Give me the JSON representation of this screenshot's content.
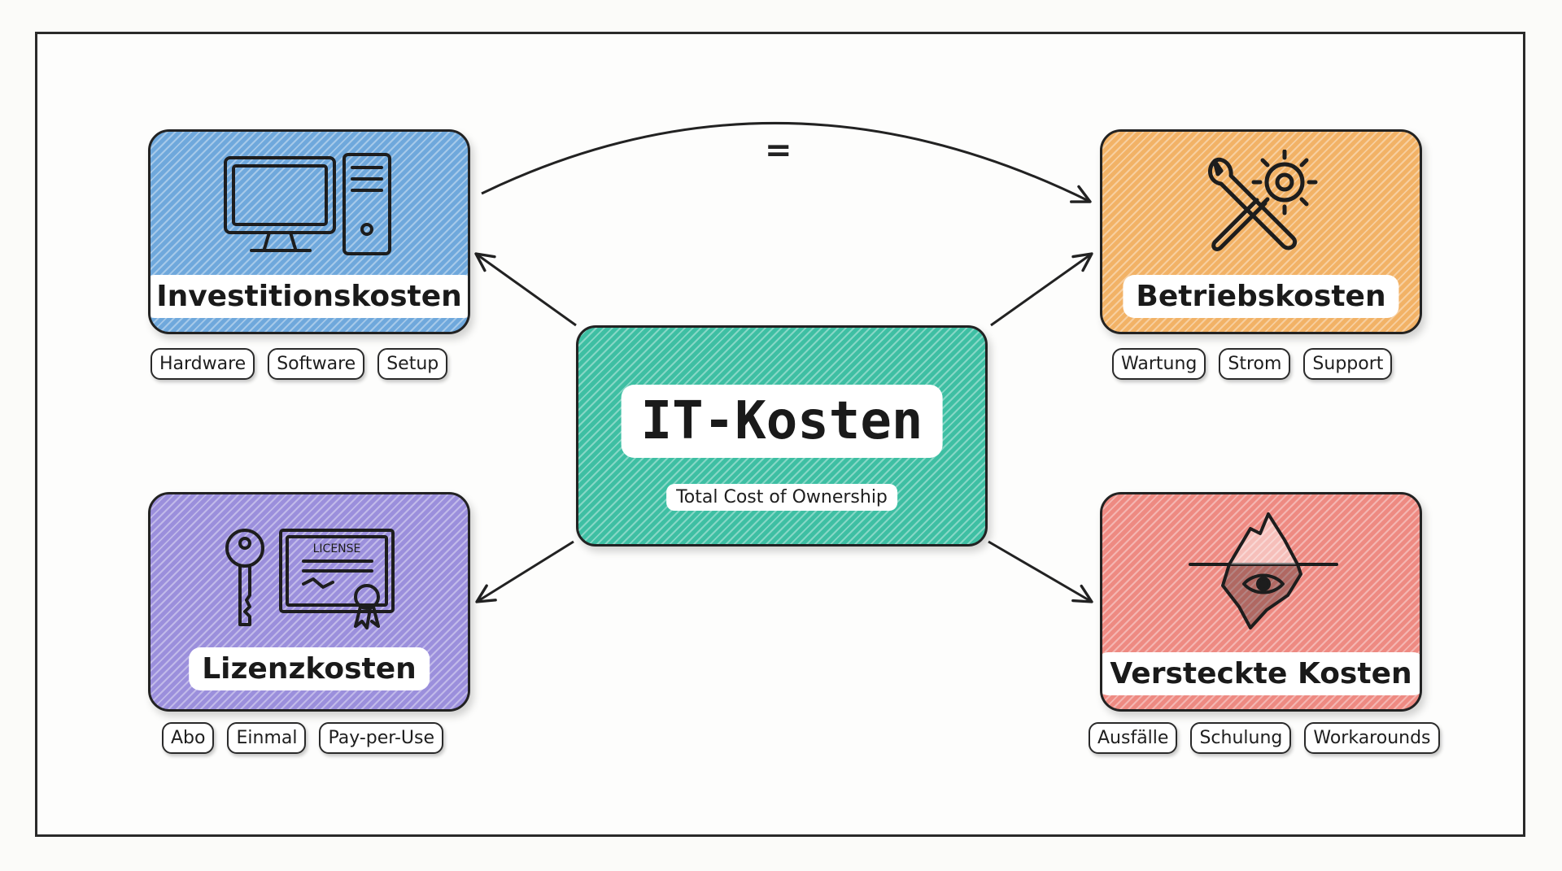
{
  "colors": {
    "investition": "#6fa8dc",
    "betrieb": "#f2b266",
    "lizenz": "#9b8fdc",
    "versteckt": "#ee8a82",
    "center": "#3ebfa3",
    "ink": "#222222"
  },
  "center": {
    "title": "IT-Kosten",
    "subtitle": "Total Cost of Ownership"
  },
  "connector_symbol": "=",
  "nodes": {
    "investition": {
      "label": "Investitionskosten",
      "icon": "computer-monitor-tower-icon",
      "tags": [
        "Hardware",
        "Software",
        "Setup"
      ]
    },
    "betrieb": {
      "label": "Betriebskosten",
      "icon": "wrench-screwdriver-gear-icon",
      "tags": [
        "Wartung",
        "Strom",
        "Support"
      ]
    },
    "lizenz": {
      "label": "Lizenzkosten",
      "icon": "key-certificate-icon",
      "icon_text": "LICENSE",
      "tags": [
        "Abo",
        "Einmal",
        "Pay-per-Use"
      ]
    },
    "versteckt": {
      "label": "Versteckte Kosten",
      "icon": "iceberg-eye-icon",
      "tags": [
        "Ausfälle",
        "Schulung",
        "Workarounds"
      ]
    }
  }
}
